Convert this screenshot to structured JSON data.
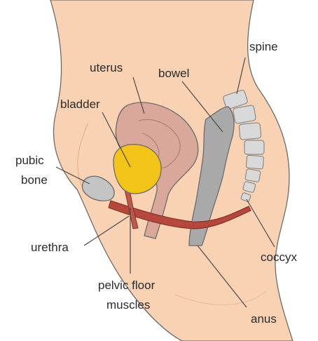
{
  "labels": {
    "spine": "spine",
    "uterus": "uterus",
    "bowel": "bowel",
    "bladder": "bladder",
    "pubic_bone_line1": "pubic",
    "pubic_bone_line2": "bone",
    "urethra": "urethra",
    "pelvic_floor_line1": "pelvic floor",
    "pelvic_floor_line2": "muscles",
    "coccyx": "coccyx",
    "anus": "anus"
  },
  "colors": {
    "skin": "#f8d2b2",
    "skin_outline": "#6b6b6b",
    "uterus": "#d9a89a",
    "bladder": "#f2c418",
    "bowel": "#a9a9a9",
    "spine": "#d6d6d6",
    "muscle": "#b5473c",
    "bone": "#c4c4c4"
  }
}
